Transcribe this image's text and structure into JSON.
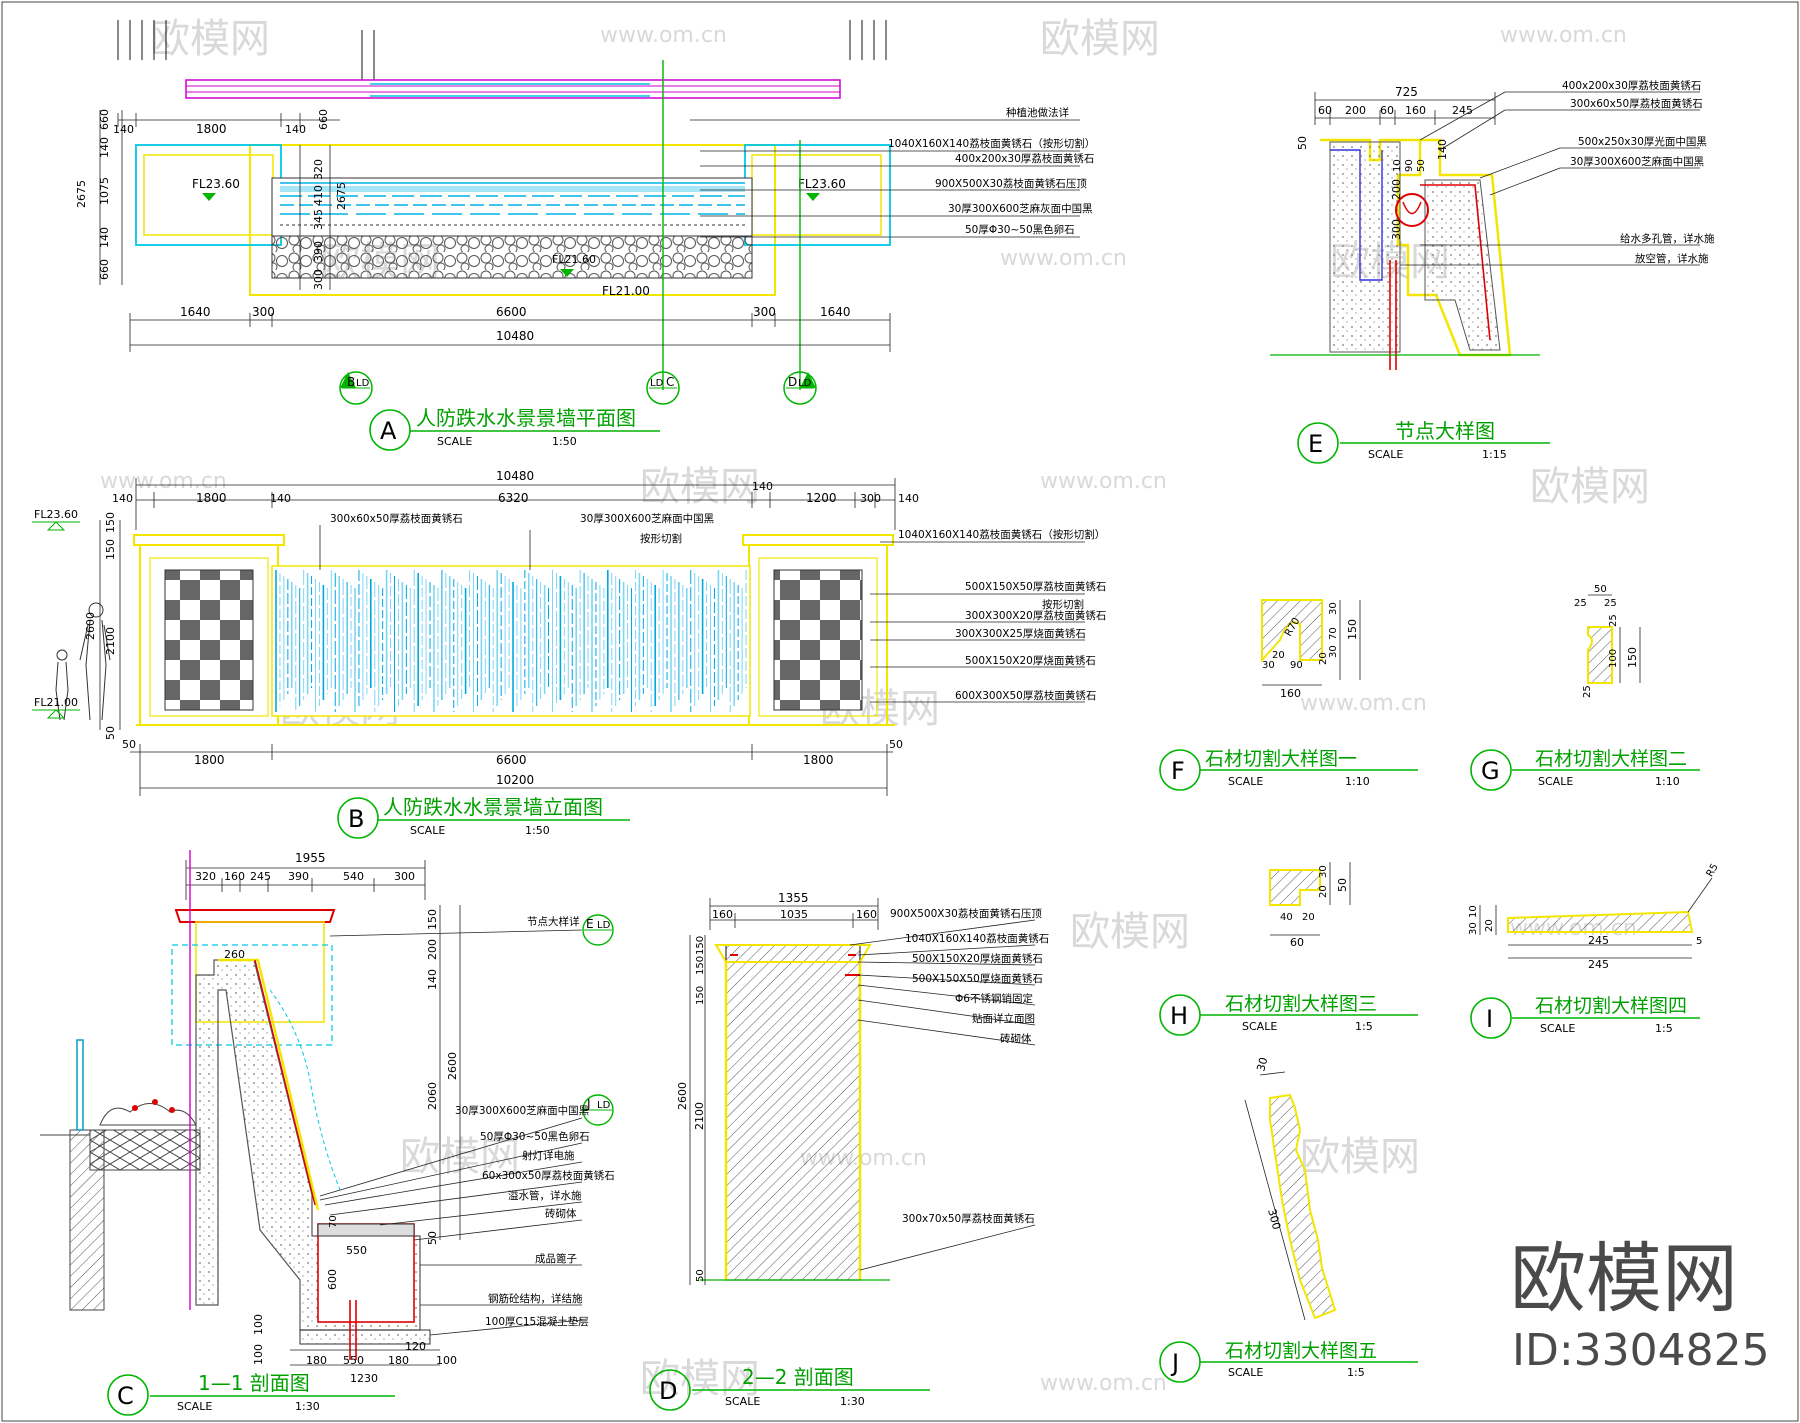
{
  "watermark": {
    "brand": "欧模网",
    "site": "www.om.cn",
    "id": "ID:3304825"
  },
  "A": {
    "letter": "A",
    "title": "人防跌水水景景墙平面图",
    "scale_label": "SCALE",
    "scale": "1:50",
    "markers": [
      "B",
      "C",
      "D"
    ],
    "marker_ref": "LD",
    "levels": [
      "FL23.60",
      "FL23.60",
      "FL21.00",
      "FL21.60"
    ],
    "top_dims": [
      "140",
      "1800",
      "140",
      "660"
    ],
    "side_dims": [
      "660",
      "140",
      "1075",
      "140",
      "660",
      "2675"
    ],
    "mid_dims": [
      "320",
      "410",
      "345",
      "390",
      "300",
      "2675"
    ],
    "bottom_dims": [
      "1640",
      "300",
      "6600",
      "300",
      "1640"
    ],
    "total": "10480",
    "notes": [
      "种植池做法详",
      "1040X160X140荔枝面黄锈石（按形切割）",
      "400x200x30厚荔枝面黄锈石",
      "900X500X30荔枝面黄锈石压顶",
      "30厚300X600芝麻灰面中国黑",
      "50厚Φ30~50黑色卵石"
    ]
  },
  "B": {
    "letter": "B",
    "title": "人防跌水水景景墙立面图",
    "scale_label": "SCALE",
    "scale": "1:50",
    "total_top": "10480",
    "top_dims": [
      "140",
      "1800",
      "140",
      "6320",
      "140",
      "1200",
      "300",
      "140"
    ],
    "levels": [
      "FL23.60",
      "FL21.00"
    ],
    "left_dims": [
      "150",
      "150",
      "2600",
      "2100",
      "50"
    ],
    "bottom_dims": [
      "50",
      "1800",
      "6600",
      "1800",
      "50"
    ],
    "total_bottom": "10200",
    "top_notes": [
      "300x60x50厚荔枝面黄锈石",
      "30厚300X600芝麻面中国黑",
      "按形切割"
    ],
    "notes": [
      "1040X160X140荔枝面黄锈石（按形切割）",
      "500X150X50厚荔枝面黄锈石",
      "按形切割",
      "300X300X20厚荔枝面黄锈石",
      "300X300X25厚烧面黄锈石",
      "500X150X20厚烧面黄锈石",
      "600X300X50厚荔枝面黄锈石"
    ]
  },
  "C": {
    "letter": "C",
    "title": "1—1 剖面图",
    "scale_label": "SCALE",
    "scale": "1:30",
    "top_total": "1955",
    "top_dims": [
      "320",
      "160",
      "245",
      "390",
      "540",
      "300"
    ],
    "inner": "260",
    "right_dims": [
      "150",
      "200",
      "140",
      "2060",
      "2600"
    ],
    "bottom_dims": [
      "550",
      "180",
      "100",
      "1230",
      "180",
      "120",
      "100",
      "100"
    ],
    "misc_dims": [
      "70",
      "550",
      "600",
      "50"
    ],
    "ref_e": "E",
    "ref_j": "J",
    "ref_ld": "LD",
    "notes": [
      "节点大样详",
      "30厚300X600芝麻面中国黑",
      "50厚Φ30~50黑色卵石",
      "射灯详电施",
      "60x300x50厚荔枝面黄锈石",
      "溢水管，详水施",
      "砖砌体",
      "成品篦子",
      "钢筋砼结构，详结施",
      "100厚C15混凝土垫层"
    ]
  },
  "D": {
    "letter": "D",
    "title": "2—2 剖面图",
    "scale_label": "SCALE",
    "scale": "1:30",
    "top_total": "1355",
    "top_dims": [
      "160",
      "1035",
      "160"
    ],
    "left_dims": [
      "150",
      "150",
      "150",
      "2600",
      "2100",
      "50"
    ],
    "notes": [
      "900X500X30荔枝面黄锈石压顶",
      "1040X160X140荔枝面黄锈石",
      "500X150X20厚烧面黄锈石",
      "500X150X50厚烧面黄锈石",
      "Φ6不锈钢销固定",
      "贴面详立面图",
      "砖砌体",
      "300x70x50厚荔枝面黄锈石"
    ]
  },
  "E": {
    "letter": "E",
    "title": "节点大样图",
    "scale_label": "SCALE",
    "scale": "1:15",
    "top_total": "725",
    "top_dims": [
      "60",
      "200",
      "60",
      "160",
      "245"
    ],
    "side_dims": [
      "50",
      "10",
      "90",
      "50",
      "140",
      "200",
      "300"
    ],
    "notes": [
      "400x200x30厚荔枝面黄锈石",
      "300x60x50厚荔枝面黄锈石",
      "500x250x30厚光面中国黑",
      "30厚300X600芝麻面中国黑",
      "给水多孔管，详水施",
      "放空管，详水施"
    ]
  },
  "F": {
    "letter": "F",
    "title": "石材切割大样图一",
    "scale_label": "SCALE",
    "scale": "1:10",
    "dims": [
      "30",
      "70",
      "20",
      "30",
      "150",
      "20",
      "30",
      "90",
      "160",
      "R70"
    ]
  },
  "G": {
    "letter": "G",
    "title": "石材切割大样图二",
    "scale_label": "SCALE",
    "scale": "1:10",
    "dims": [
      "50",
      "25",
      "25",
      "25",
      "100",
      "150",
      "25"
    ]
  },
  "H": {
    "letter": "H",
    "title": "石材切割大样图三",
    "scale_label": "SCALE",
    "scale": "1:5",
    "dims": [
      "30",
      "20",
      "50",
      "40",
      "20",
      "60"
    ]
  },
  "I": {
    "letter": "I",
    "title": "石材切割大样图四",
    "scale_label": "SCALE",
    "scale": "1:5",
    "dims": [
      "10",
      "30",
      "20",
      "245",
      "245",
      "5",
      "R5"
    ]
  },
  "J": {
    "letter": "J",
    "title": "石材切割大样图五",
    "scale_label": "SCALE",
    "scale": "1:5",
    "dims": [
      "30",
      "300"
    ]
  }
}
